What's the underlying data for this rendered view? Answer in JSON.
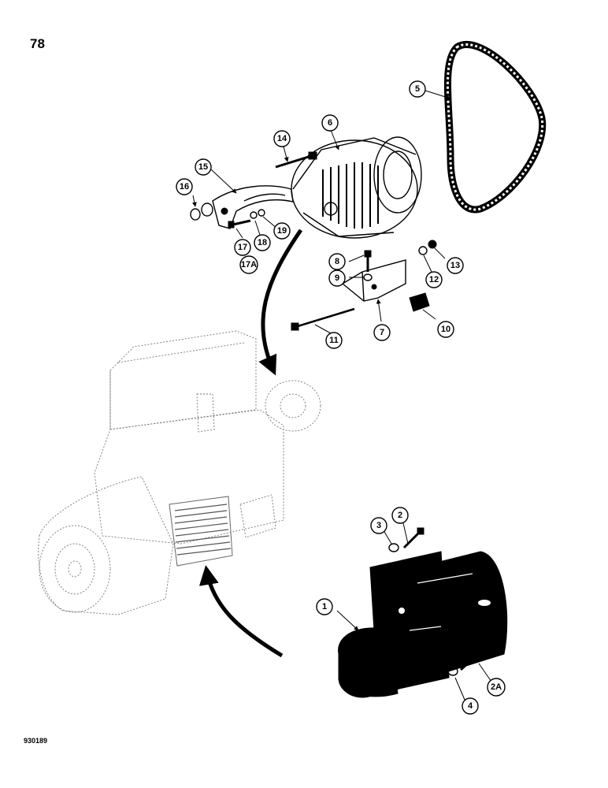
{
  "page_number": "78",
  "figure_code": "930189",
  "callouts": {
    "c1": "1",
    "c2": "2",
    "c2a": "2A",
    "c3": "3",
    "c4": "4",
    "c5": "5",
    "c6": "6",
    "c7": "7",
    "c8": "8",
    "c9": "9",
    "c10": "10",
    "c11": "11",
    "c12": "12",
    "c13": "13",
    "c14": "14",
    "c15": "15",
    "c16": "16",
    "c17": "17",
    "c17a": "17A",
    "c18": "18",
    "c19": "19"
  }
}
